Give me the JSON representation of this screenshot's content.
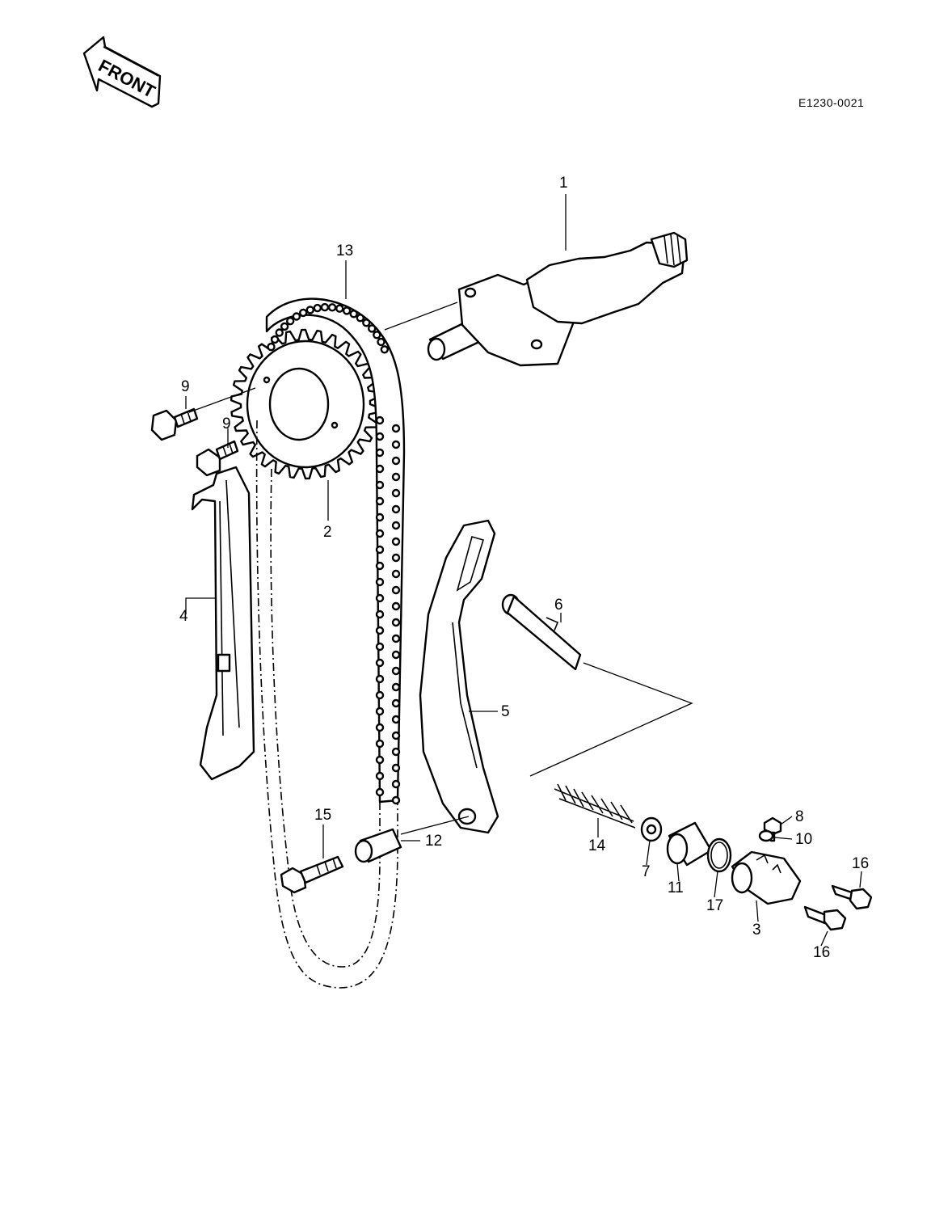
{
  "diagram": {
    "drawing_code": "E1230-0021",
    "front_label": "FRONT",
    "callouts": [
      "1",
      "2",
      "3",
      "4",
      "5",
      "6",
      "7",
      "8",
      "9",
      "9",
      "10",
      "11",
      "12",
      "13",
      "14",
      "15",
      "16",
      "16",
      "17"
    ]
  }
}
